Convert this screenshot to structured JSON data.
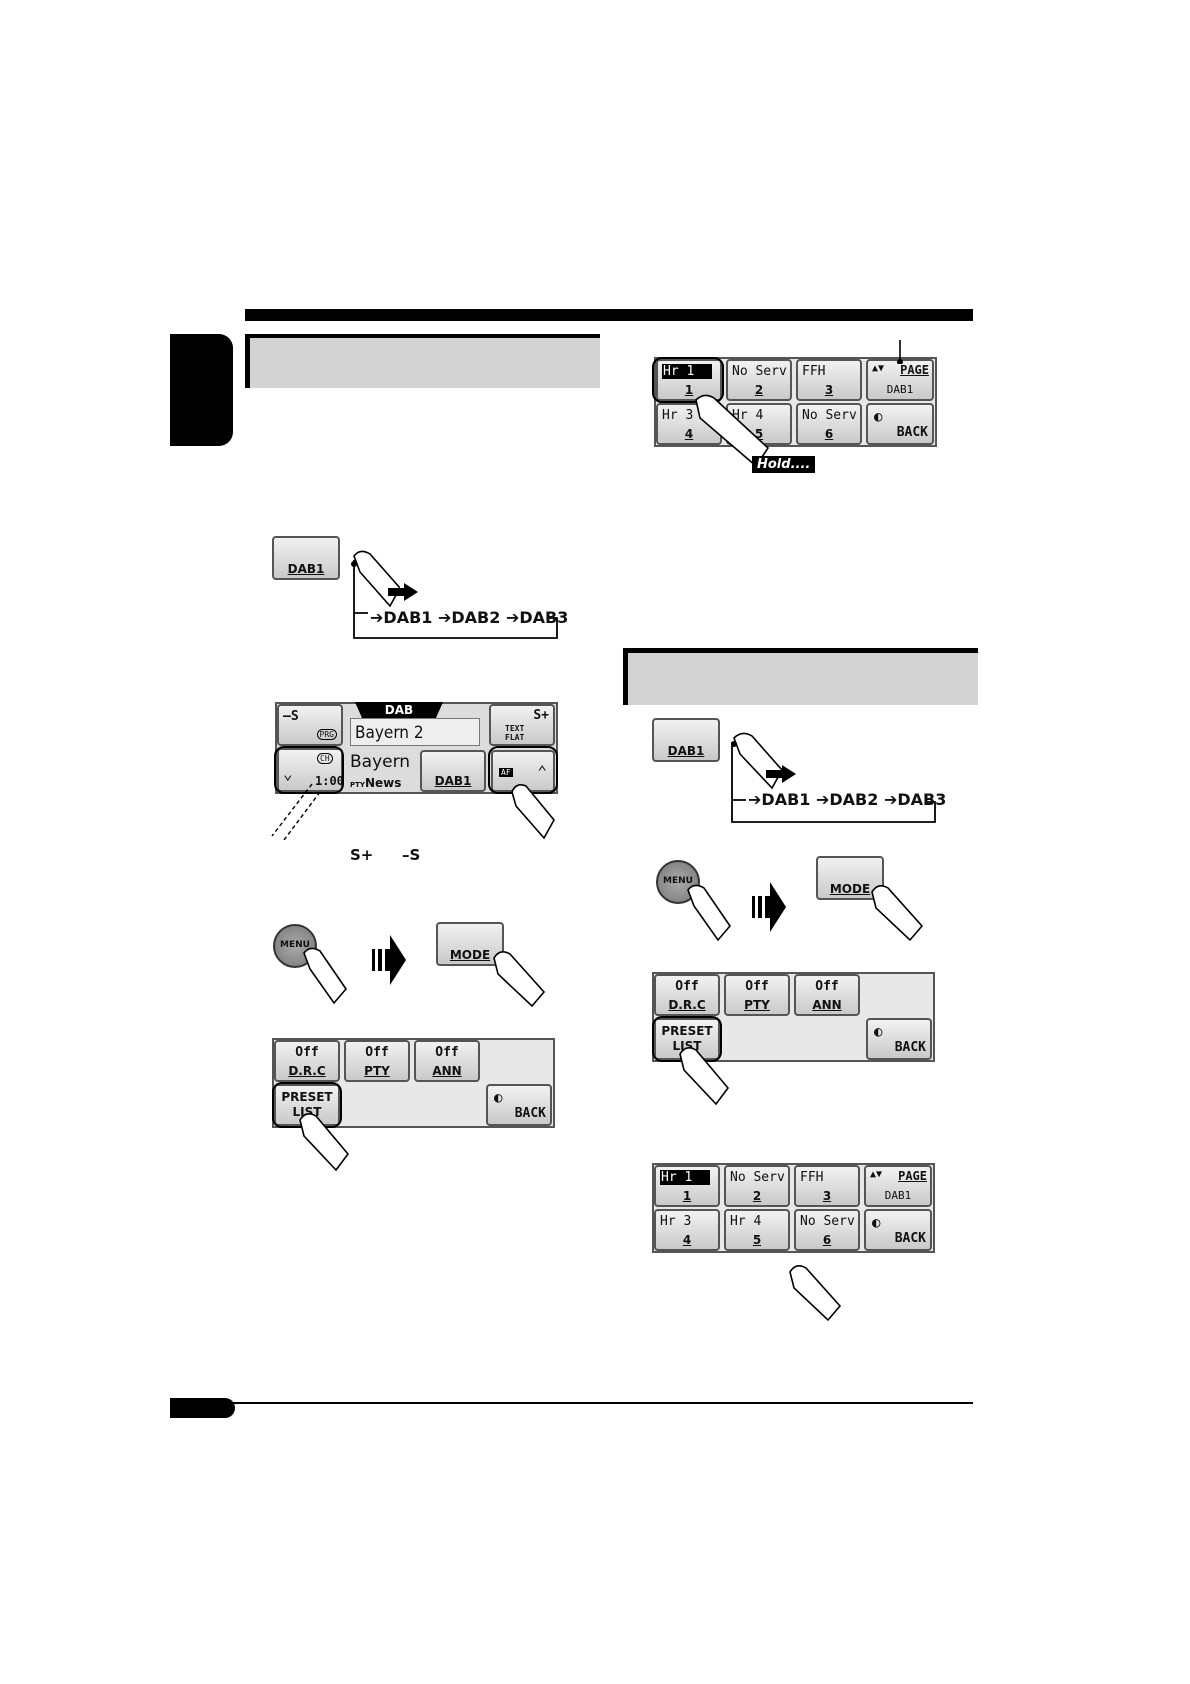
{
  "band_buttons": {
    "dab1": "DAB1"
  },
  "band_chain": [
    "DAB1",
    "DAB2",
    "DAB3"
  ],
  "display": {
    "header": "DAB",
    "minus_s": "–S",
    "prg": "PRG",
    "station_top": "Bayern 2",
    "plus_s": "S+",
    "text_label": "TEXT",
    "flat_label": "FLAT",
    "ch": "CH",
    "time": "1:00",
    "station_bottom": "Bayern",
    "pty_tag": "PTY",
    "pty_value": "News",
    "band": "DAB1",
    "af": "AF"
  },
  "inline_icons": {
    "s_plus": "S+",
    "minus_s": "–S"
  },
  "menu": {
    "menu_label": "MENU",
    "mode_label": "MODE"
  },
  "setup_panel": {
    "drc_value": "Off",
    "drc_label": "D.R.C",
    "pty_value": "Off",
    "pty_label": "PTY",
    "ann_value": "Off",
    "ann_label": "ANN",
    "preset_line1": "PRESET",
    "preset_line2": "LIST",
    "back": "BACK"
  },
  "preset_list": {
    "presets": [
      {
        "name": "Hr 1",
        "num": "1"
      },
      {
        "name": "No Serv",
        "num": "2"
      },
      {
        "name": "FFH",
        "num": "3"
      },
      {
        "name": "Hr 3",
        "num": "4"
      },
      {
        "name": "Hr 4",
        "num": "5"
      },
      {
        "name": "No Serv",
        "num": "6"
      }
    ],
    "page": "PAGE",
    "band": "DAB1",
    "back": "BACK"
  },
  "hold_label": "Hold...."
}
